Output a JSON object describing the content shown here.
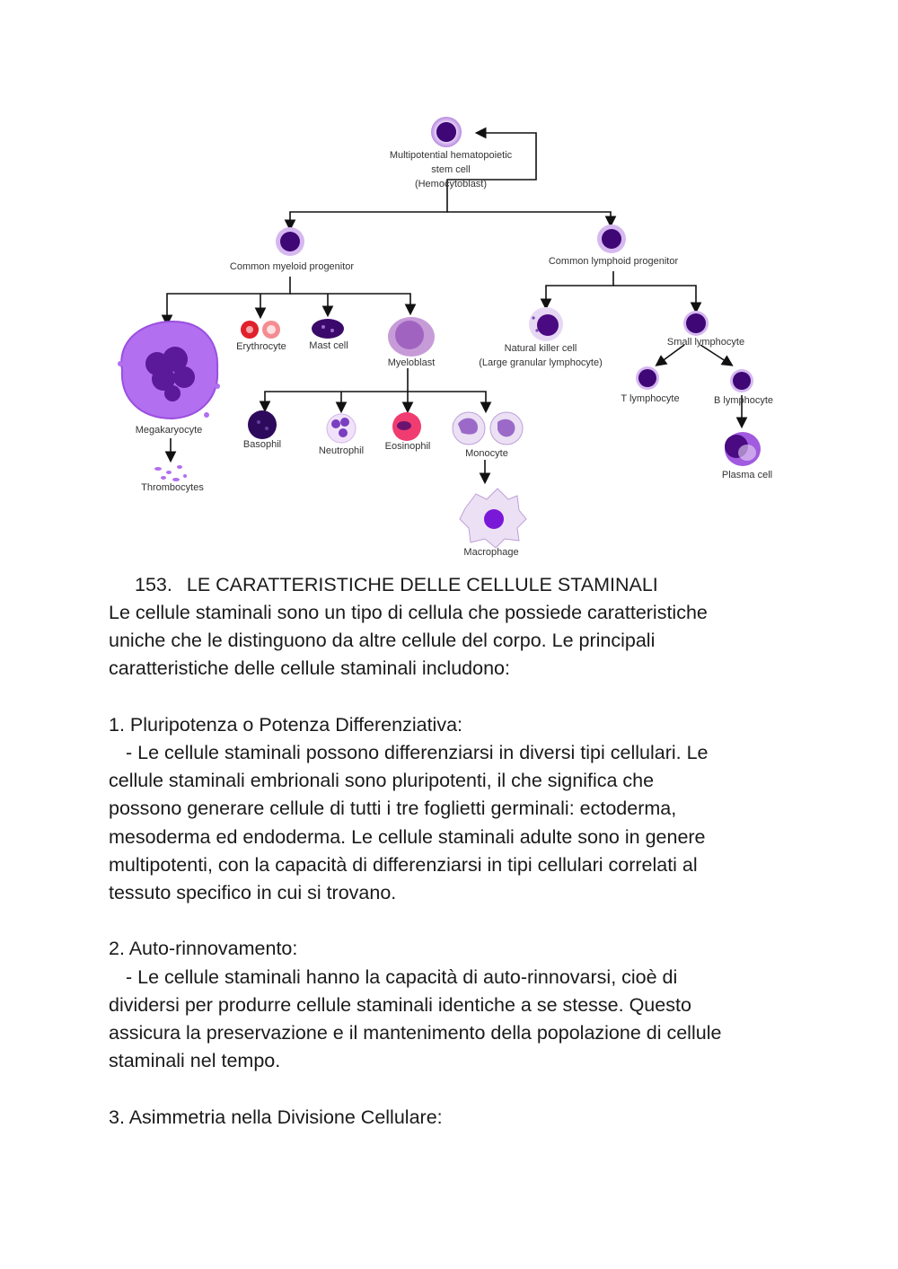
{
  "diagram": {
    "cells": {
      "stem": "Multipotential hematopoietic",
      "stem2": "stem cell",
      "stem3": "(Hemocytoblast)",
      "myeloid": "Common myeloid progenitor",
      "lymphoid": "Common lymphoid progenitor",
      "megakaryocyte": "Megakaryocyte",
      "thrombocytes": "Thrombocytes",
      "erythrocyte": "Erythrocyte",
      "mast": "Mast cell",
      "myeloblast": "Myeloblast",
      "basophil": "Basophil",
      "neutrophil": "Neutrophil",
      "eosinophil": "Eosinophil",
      "monocyte": "Monocyte",
      "macrophage": "Macrophage",
      "nk": "Natural killer cell",
      "nk2": "(Large granular lymphocyte)",
      "small_lymph": "Small lymphocyte",
      "t_lymph": "T lymphocyte",
      "b_lymph": "B lymphocyte",
      "plasma": "Plasma cell"
    }
  },
  "heading": {
    "number": "153.",
    "title": "LE CARATTERISTICHE DELLE CELLULE STAMINALI"
  },
  "intro": [
    "Le cellule staminali sono un tipo di cellula che possiede caratteristiche",
    "uniche che le distinguono da altre cellule del corpo. Le principali",
    "caratteristiche delle cellule staminali includono:"
  ],
  "sections": [
    {
      "title": "1. Pluripotenza o Potenza Differenziativa:",
      "lines": [
        "- Le cellule staminali possono differenziarsi in diversi tipi cellulari. Le",
        "cellule staminali embrionali sono pluripotenti, il che significa che",
        "possono generare cellule di tutti i tre foglietti germinali: ectoderma,",
        "mesoderma ed endoderma. Le cellule staminali adulte sono in genere",
        "multipotenti, con la capacità di differenziarsi in tipi cellulari correlati al",
        "tessuto specifico in cui si trovano."
      ]
    },
    {
      "title": "2. Auto-rinnovamento:",
      "lines": [
        "- Le cellule staminali hanno la capacità di auto-rinnovarsi, cioè di",
        "dividersi per produrre cellule staminali identiche a se stesse. Questo",
        "assicura la preservazione e il mantenimento della popolazione di cellule",
        "staminali nel tempo."
      ]
    },
    {
      "title": "3. Asimmetria nella Divisione Cellulare:",
      "lines": []
    }
  ]
}
